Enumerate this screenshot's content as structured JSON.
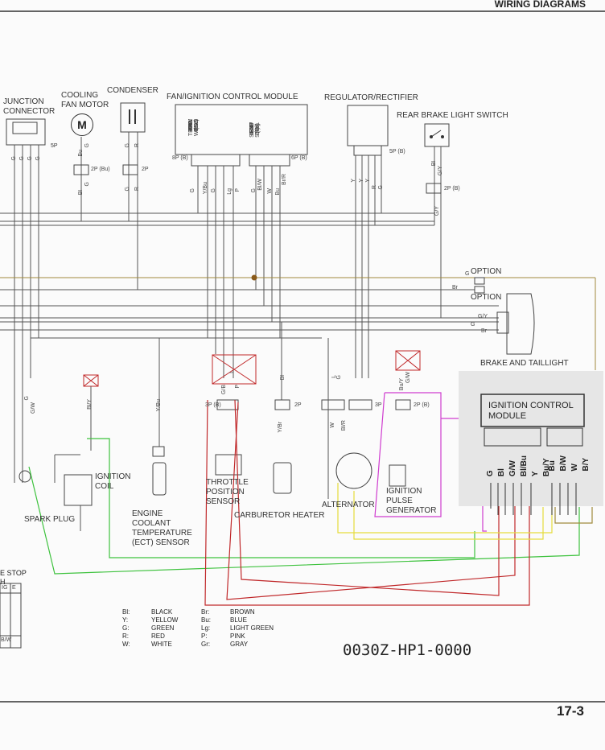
{
  "header": {
    "title": "WIRING DIAGRAMS"
  },
  "page_number": "17-3",
  "image_code": "0030Z-HP1-0000",
  "components": {
    "junction_connector": {
      "label": "JUNCTION\nCONNECTOR",
      "pins": "5P"
    },
    "cooling_fan_motor": {
      "label": "COOLING\nFAN MOTOR",
      "symbol": "M",
      "connector": "2P (Bu)"
    },
    "condenser": {
      "label": "CONDENSER",
      "connector": "2P"
    },
    "fan_ignition_module": {
      "label": "FAN/IGNITION CONTROL MODULE",
      "conn_left": "8P (B)",
      "conn_right": "6P (B)",
      "left_pins": [
        "FAN",
        "TEMP WARN",
        "TW",
        "P GND",
        "CYL",
        "TH GND",
        "TH POS",
        "Vcc (5V)"
      ],
      "right_pins": [
        "GND",
        "STOP SW",
        "IGN COIL",
        "EXT (-)",
        "EXT (Lo)",
        "EXT (Hi)"
      ]
    },
    "regulator_rectifier": {
      "label": "REGULATOR/RECTIFIER",
      "connector": "5P (B)"
    },
    "rear_brake_switch": {
      "label": "REAR BRAKE LIGHT SWITCH",
      "connector": "2P (B)"
    },
    "option_1": {
      "label": "OPTION"
    },
    "option_2": {
      "label": "OPTION"
    },
    "brake_taillight": {
      "label": "BRAKE AND TAILLIGHT"
    },
    "spark_plug": {
      "label": "SPARK PLUG"
    },
    "ignition_coil": {
      "label": "IGNITION\nCOIL"
    },
    "ect_sensor": {
      "label": "ENGINE\nCOOLANT\nTEMPERATURE\n(ECT) SENSOR"
    },
    "throttle_sensor": {
      "label": "THROTTLE\nPOSITION\nSENSOR",
      "connector": "3P (B)"
    },
    "carb_heater": {
      "label": "CARBURETOR HEATER",
      "connector": "2P"
    },
    "alternator": {
      "label": "ALTERNATOR",
      "connector": "3P"
    },
    "pulse_generator": {
      "label": "IGNITION\nPULSE\nGENERATOR",
      "connector": "2P (B)"
    },
    "engine_stop": {
      "label": "E STOP\nH"
    }
  },
  "icm_overlay": {
    "title": "IGNITION CONTROL\nMODULE",
    "pins_left": [
      "G",
      "Bl",
      "G/W",
      "Bl/Bu",
      "Y",
      "Bu/Y"
    ],
    "pins_right": [
      "Bu",
      "B/W",
      "W",
      "B/Y"
    ]
  },
  "wire_codes": {
    "jc": [
      "G",
      "G",
      "G",
      "G"
    ],
    "fan": [
      "Bu",
      "G",
      "Bl",
      "G"
    ],
    "cond": [
      "G",
      "R",
      "G",
      "R"
    ],
    "fm_left": [
      "G",
      "Y/Bu",
      "G",
      "Lg",
      "P"
    ],
    "fm_right": [
      "G",
      "Bl/W",
      "W",
      "Bu",
      "Br/R"
    ],
    "rr": [
      "Y",
      "Y",
      "Y",
      "R",
      "G"
    ],
    "brake": [
      "Bl",
      "G/Y",
      "G/Y"
    ],
    "option": [
      "G",
      "Br"
    ],
    "tail": [
      "G/Y",
      "G",
      "Br"
    ],
    "lower": [
      "G",
      "G/W",
      "Bl/Y",
      "Y/Bu",
      "G/B",
      "L",
      "P",
      "Y/Br",
      "Bl",
      "L",
      "Bl/R",
      "W",
      "G",
      "Bu/Y",
      "G/W"
    ]
  },
  "legend": [
    [
      "Bl:",
      "BLACK",
      "Br:",
      "BROWN"
    ],
    [
      "Y:",
      "YELLOW",
      "Bu:",
      "BLUE"
    ],
    [
      "G:",
      "GREEN",
      "Lg:",
      "LIGHT GREEN"
    ],
    [
      "R:",
      "RED",
      "P:",
      "PINK"
    ],
    [
      "W:",
      "WHITE",
      "Gr:",
      "GRAY"
    ]
  ],
  "kill_switch": {
    "cols": [
      "IG",
      "E"
    ],
    "rows": [
      "B/W"
    ]
  },
  "colors": {
    "red_wire": "#c0282a",
    "green_wire": "#3ec23e",
    "yellow_wire": "#e6dc3c",
    "magenta_wire": "#cf3ccf",
    "olive_wire": "#a08a3c",
    "line": "#555555"
  }
}
